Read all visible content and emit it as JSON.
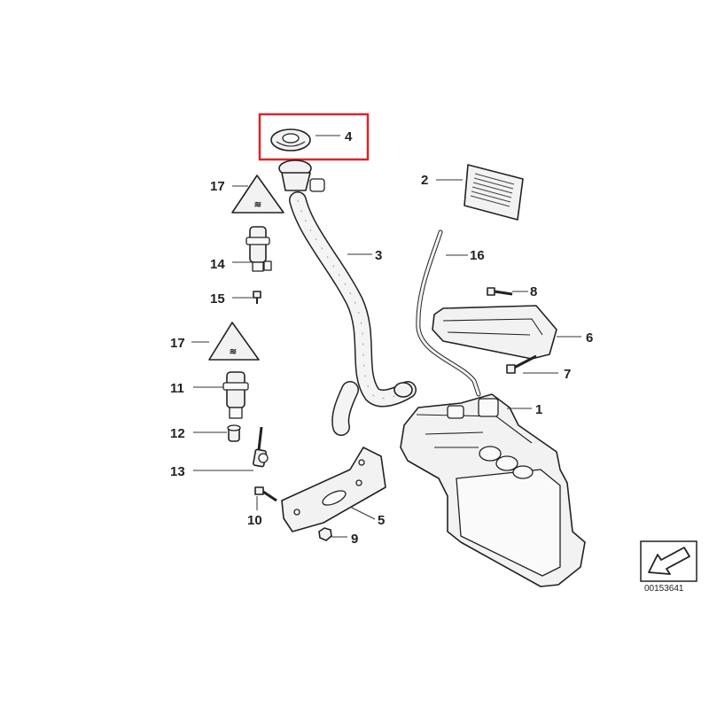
{
  "labels": {
    "p1": "1",
    "p2": "2",
    "p3": "3",
    "p4": "4",
    "p5": "5",
    "p6": "6",
    "p7": "7",
    "p8": "8",
    "p9": "9",
    "p10": "10",
    "p11": "11",
    "p12": "12",
    "p13": "13",
    "p14": "14",
    "p15": "15",
    "p16": "16",
    "p17a": "17",
    "p17b": "17"
  },
  "reference_number": "00153641",
  "highlight_color": "#d9262c"
}
